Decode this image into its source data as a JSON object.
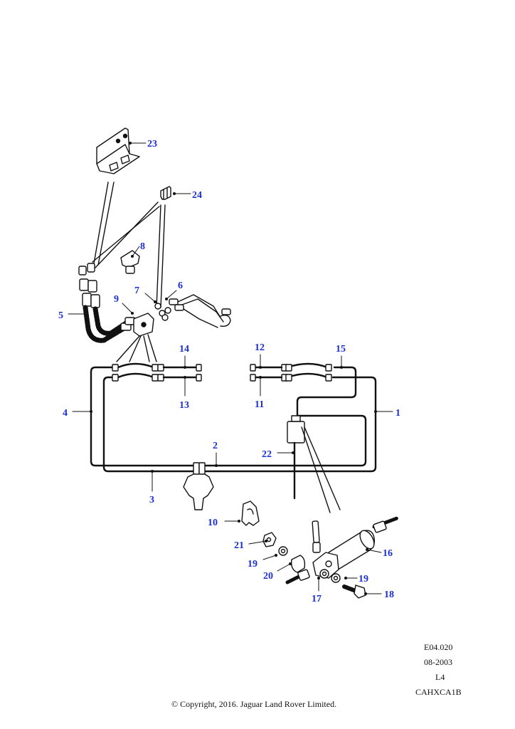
{
  "callouts": {
    "c1": "1",
    "c2": "2",
    "c3": "3",
    "c4": "4",
    "c5": "5",
    "c6": "6",
    "c7": "7",
    "c8": "8",
    "c9": "9",
    "c10": "10",
    "c11": "11",
    "c12": "12",
    "c13": "13",
    "c14": "14",
    "c15": "15",
    "c16": "16",
    "c17": "17",
    "c18": "18",
    "c19a": "19",
    "c19b": "19",
    "c20": "20",
    "c21": "21",
    "c22": "22",
    "c23": "23",
    "c24": "24"
  },
  "footer": {
    "ref": "E04.020",
    "date": "08-2003",
    "level": "L4",
    "code": "CAHXCA1B",
    "copyright": "© Copyright, 2016. Jaguar Land Rover Limited."
  },
  "colors": {
    "callout": "#1a2fd6",
    "line": "#111111",
    "background": "#ffffff"
  }
}
